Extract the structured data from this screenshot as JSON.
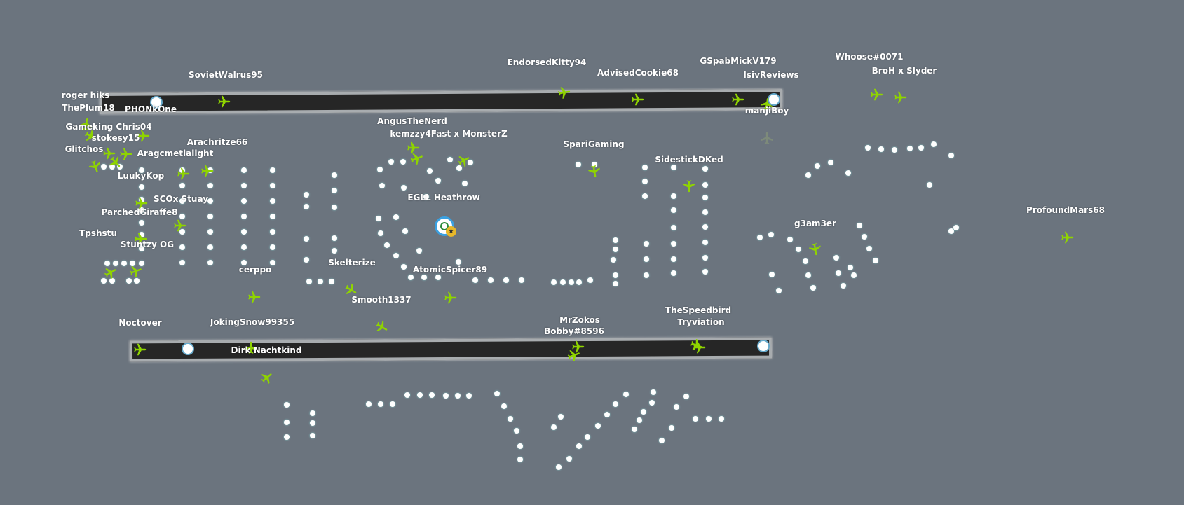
{
  "airport": {
    "code_name": "EGLL  Heathrow",
    "icon": "airport-target-icon",
    "badge_icon": "star-icon"
  },
  "colors": {
    "background": "#6b747e",
    "aircraft": "#8fd400",
    "runway": "#262626",
    "taxi_dot": "#ffffff"
  },
  "pilots": [
    "SovietWalrus95",
    "roger hiks",
    "ThePlum18",
    "PHONkOne",
    "EndorsedKitty94",
    "AdvisedCookie68",
    "GSpabMickV179",
    "IsivReviews",
    "manjiBoy",
    "Whoose#0071",
    "BroH x Slyder",
    "Gameking Chris04",
    "stokesy15",
    "Glitchos",
    "Aragcmetialight",
    "Arachritze66",
    "AngusTheNerd",
    "kemzzy4Fast x MonsterZ",
    "SpariGaming",
    "SidestickDKed",
    "LuukyKop",
    "SCOx Stuay",
    "ParchedGiraffe8",
    "ProfoundMars68",
    "g3am3er",
    "Tpshstu",
    "Stuntzy OG",
    "cerppo",
    "Skelterize",
    "AtomicSpicer89",
    "Smooth1337",
    "Noctover",
    "JokingSnow99355",
    "MrZokos",
    "Bobby#8596",
    "TheSpeedbird",
    "Tryviation",
    "Dirk Nachtkind"
  ]
}
